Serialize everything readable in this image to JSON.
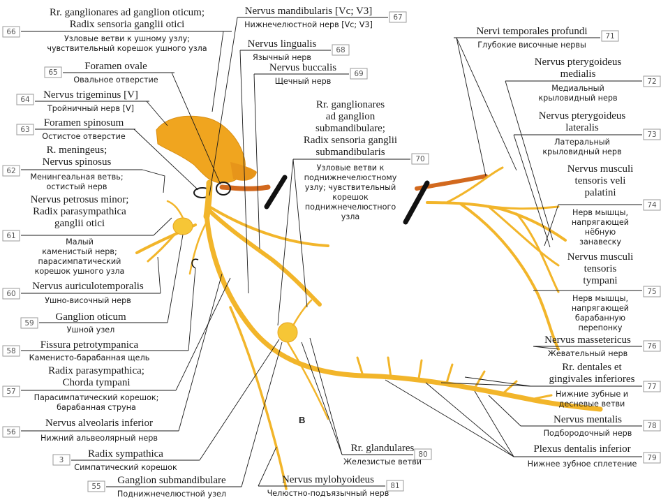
{
  "figure_letter": "B",
  "colors": {
    "nerve": "#f2b52a",
    "nerve_dark": "#e09a16",
    "ganglion": "#f6c636",
    "artery": "#d2691e",
    "trigeminal": "#f0a51f",
    "text": "#1a1a1a"
  },
  "labels": {
    "l66": {
      "num": "66",
      "lat1": "Rr. ganglionares ad ganglion oticum;",
      "lat2": "Radix sensoria ganglii otici",
      "rus1": "Узловые ветви к ушному узлу;",
      "rus2": "чувствительный корешок ушного узла"
    },
    "l65": {
      "num": "65",
      "lat1": "Foramen ovale",
      "rus1": "Овальное отверстие"
    },
    "l64": {
      "num": "64",
      "lat1": "Nervus trigeminus [V]",
      "rus1": "Тройничный нерв [V]"
    },
    "l63": {
      "num": "63",
      "lat1": "Foramen spinosum",
      "rus1": "Остистое отверстие"
    },
    "l62": {
      "num": "62",
      "lat1": "R. meningeus;",
      "lat2": "Nervus spinosus",
      "rus1": "Менингеальная ветвь;",
      "rus2": "остистый нерв"
    },
    "l61": {
      "num": "61",
      "lat1": "Nervus petrosus minor;",
      "lat2": "Radix parasympathica",
      "lat3": "ganglii otici",
      "rus1": "Малый",
      "rus2": "каменистый нерв;",
      "rus3": "парасимпатический",
      "rus4": "корешок ушного узла"
    },
    "l60": {
      "num": "60",
      "lat1": "Nervus auriculotemporalis",
      "rus1": "Ушно-височный нерв"
    },
    "l59": {
      "num": "59",
      "lat1": "Ganglion oticum",
      "rus1": "Ушной узел"
    },
    "l58": {
      "num": "58",
      "lat1": "Fissura petrotympanica",
      "rus1": "Каменисто-барабанная щель"
    },
    "l57": {
      "num": "57",
      "lat1": "Radix parasympathica;",
      "lat2": "Chorda tympani",
      "rus1": "Парасимпатический корешок;",
      "rus2": "барабанная струна"
    },
    "l56": {
      "num": "56",
      "lat1": "Nervus alveolaris inferior",
      "rus1": "Нижний альвеолярный нерв"
    },
    "l3": {
      "num": "3",
      "lat1": "Radix sympathica",
      "rus1": "Симпатический корешок"
    },
    "l55": {
      "num": "55",
      "lat1": "Ganglion submandibulare",
      "rus1": "Поднижнечелюстной узел"
    },
    "l67": {
      "num": "67",
      "lat1": "Nervus mandibularis [Vc; V3]",
      "rus1": "Нижнечелюстной нерв [Vc; V3]"
    },
    "l68": {
      "num": "68",
      "lat1": "Nervus lingualis",
      "rus1": "Язычный нерв"
    },
    "l69": {
      "num": "69",
      "lat1": "Nervus buccalis",
      "rus1": "Щечный нерв"
    },
    "l70": {
      "num": "70",
      "lat1": "Rr. ganglionares",
      "lat2": "ad ganglion",
      "lat3": "submandibulare;",
      "lat4": "Radix sensoria ganglii",
      "lat5": "submandibularis",
      "rus1": "Узловые ветви к",
      "rus2": "поднижнечелюстному",
      "rus3": "узлу; чувствительный",
      "rus4": "корешок",
      "rus5": "поднижнечелюстного",
      "rus6": "узла"
    },
    "l71": {
      "num": "71",
      "lat1": "Nervi temporales profundi",
      "rus1": "Глубокие височные нервы"
    },
    "l72": {
      "num": "72",
      "lat1": "Nervus pterygoideus",
      "lat2": "medialis",
      "rus1": "Медиальный",
      "rus2": "крыловидный нерв"
    },
    "l73": {
      "num": "73",
      "lat1": "Nervus pterygoideus",
      "lat2": "lateralis",
      "rus1": "Латеральный",
      "rus2": "крыловидный нерв"
    },
    "l74": {
      "num": "74",
      "lat1": "Nervus musculi",
      "lat2": "tensoris veli",
      "lat3": "palatini",
      "rus1": "Нерв мышцы,",
      "rus2": "напрягающей",
      "rus3": "нёбную",
      "rus4": "занавеску"
    },
    "l75": {
      "num": "75",
      "lat1": "Nervus musculi",
      "lat2": "tensoris",
      "lat3": "tympani",
      "rus1": "Нерв мышцы,",
      "rus2": "напрягающей",
      "rus3": "барабанную",
      "rus4": "перепонку"
    },
    "l76": {
      "num": "76",
      "lat1": "Nervus massetericus",
      "rus1": "Жевательный нерв"
    },
    "l77": {
      "num": "77",
      "lat1": "Rr. dentales et",
      "lat2": "gingivales inferiores",
      "rus1": "Нижние зубные и",
      "rus2": "десневые ветви"
    },
    "l78": {
      "num": "78",
      "lat1": "Nervus mentalis",
      "rus1": "Подбородочный нерв"
    },
    "l79": {
      "num": "79",
      "lat1": "Plexus dentalis inferior",
      "rus1": "Нижнее зубное сплетение"
    },
    "l80": {
      "num": "80",
      "lat1": "Rr. glandulares",
      "rus1": "Железистые ветви"
    },
    "l81": {
      "num": "81",
      "lat1": "Nervus mylohyoideus",
      "rus1": "Челюстно-подъязычный нерв"
    }
  }
}
